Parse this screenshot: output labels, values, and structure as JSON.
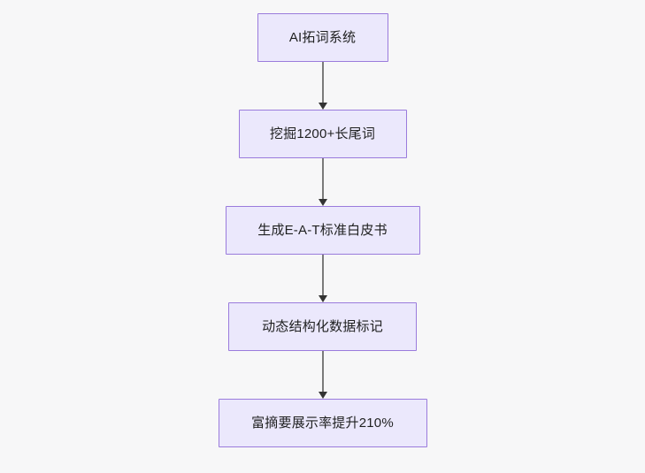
{
  "diagram": {
    "type": "flowchart",
    "orientation": "top-to-bottom",
    "background_color": "#f7f7f8",
    "node_fill_color": "#ebe8fc",
    "node_border_color": "#9a7bdc",
    "node_text_color": "#1f2020",
    "connector_color": "#7a7a7a",
    "arrowhead_color": "#333333",
    "nodes": [
      {
        "id": "node-1",
        "label": "AI拓词系统"
      },
      {
        "id": "node-2",
        "label": "挖掘1200+长尾词"
      },
      {
        "id": "node-3",
        "label": "生成E-A-T标准白皮书"
      },
      {
        "id": "node-4",
        "label": "动态结构化数据标记"
      },
      {
        "id": "node-5",
        "label": "富摘要展示率提升210%"
      }
    ],
    "edges": [
      {
        "id": "edge-1",
        "from": "node-1",
        "to": "node-2"
      },
      {
        "id": "edge-2",
        "from": "node-2",
        "to": "node-3"
      },
      {
        "id": "edge-3",
        "from": "node-3",
        "to": "node-4"
      },
      {
        "id": "edge-4",
        "from": "node-4",
        "to": "node-5"
      }
    ]
  }
}
